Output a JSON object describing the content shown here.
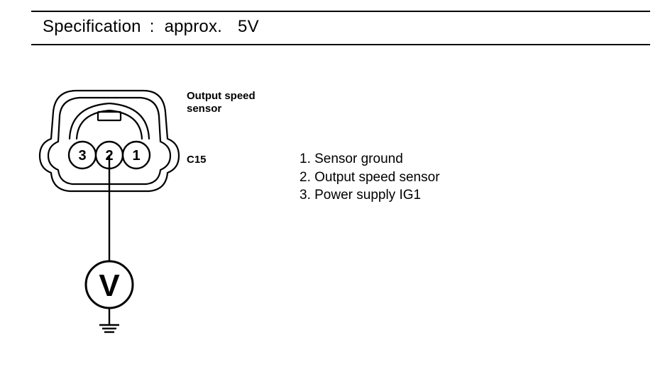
{
  "specification": {
    "label": "Specification",
    "separator": ":",
    "qualifier": "approx.",
    "value": "5V"
  },
  "connector": {
    "name": "Output speed sensor",
    "id": "C15",
    "pins": [
      "3",
      "2",
      "1"
    ]
  },
  "meter": {
    "symbol": "V"
  },
  "pin_descriptions": [
    "1. Sensor ground",
    "2. Output speed sensor",
    "3. Power supply IG1"
  ]
}
